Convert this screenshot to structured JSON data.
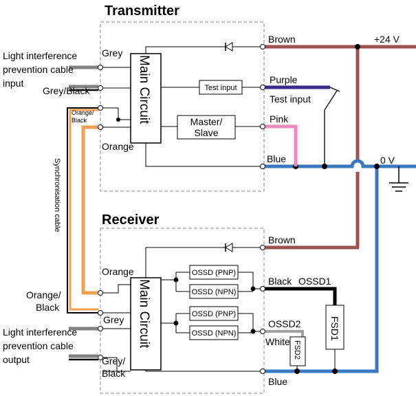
{
  "titles": {
    "transmitter": "Transmitter",
    "receiver": "Receiver"
  },
  "main_circuit": "Main Circuit",
  "rails": {
    "supply": "+24 V",
    "ground": "0 V"
  },
  "transmitter": {
    "brown": "Brown",
    "purple": "Purple",
    "test_input": "Test input",
    "pink": "Pink",
    "blue": "Blue",
    "grey": "Grey",
    "grey_black": "Grey/Black",
    "orange_black": [
      "Orange/",
      "Black"
    ],
    "orange": "Orange",
    "test_input_box": "Test input",
    "master_slave": [
      "Master/",
      "Slave"
    ],
    "interference_input": [
      "Light interference",
      "prevention cable",
      "input"
    ]
  },
  "sync_cable": "Synchronisation cable",
  "receiver": {
    "brown": "Brown",
    "orange": "Orange",
    "black": "Black",
    "ossd1": "OSSD1",
    "ossd2": "OSSD2",
    "white": "White",
    "blue": "Blue",
    "grey": "Grey",
    "orange_black": [
      "Orange/",
      "Black"
    ],
    "grey_black": [
      "Grey/",
      "Black"
    ],
    "ossd_pnp": "OSSD (PNP)",
    "ossd_npn": "OSSD (NPN)",
    "fsd1": "FSD1",
    "fsd2": "FSD2",
    "interference_output": [
      "Light interference",
      "prevention cable",
      "output"
    ]
  },
  "wire_colors": {
    "brown": "#9B5250",
    "blue": "#3A78C4",
    "purple": "#3B2A8C",
    "pink": "#F088C0",
    "grey": "#808080",
    "orange": "#F0A050",
    "black": "#000000"
  }
}
